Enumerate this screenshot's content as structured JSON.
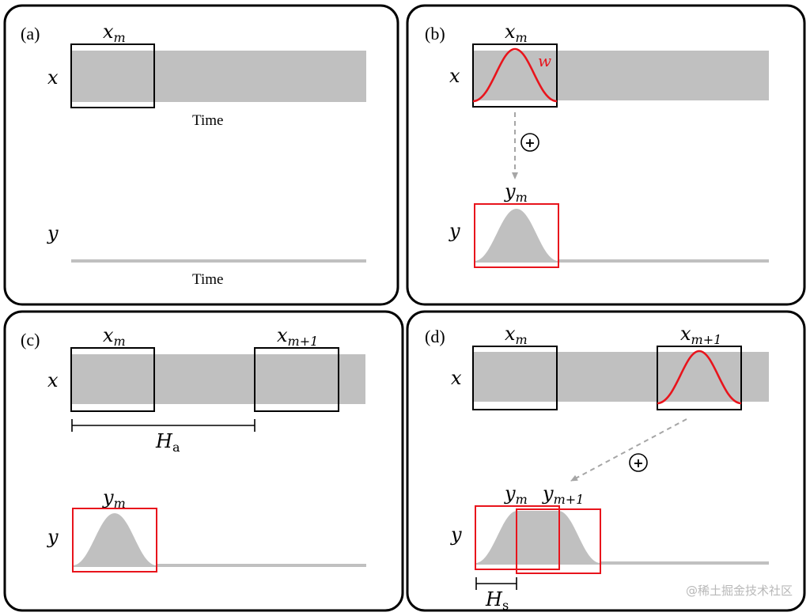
{
  "panels": {
    "a": {
      "tag": "(a)",
      "time_top": "Time",
      "time_bottom": "Time"
    },
    "b": {
      "tag": "(b)",
      "window_weight": "w"
    },
    "c": {
      "tag": "(c)"
    },
    "d": {
      "tag": "(d)"
    }
  },
  "symbols": {
    "x": "x",
    "y": "y",
    "m": "m",
    "m_plus_1": "m+1",
    "H": "H",
    "a": "a",
    "s": "s",
    "plus": "+"
  },
  "watermark": "@稀土掘金技术社区",
  "colors": {
    "signal": "#c0c0c0",
    "window": "#000000",
    "output_window": "#e8141c",
    "arrow": "#a6a6a6"
  }
}
